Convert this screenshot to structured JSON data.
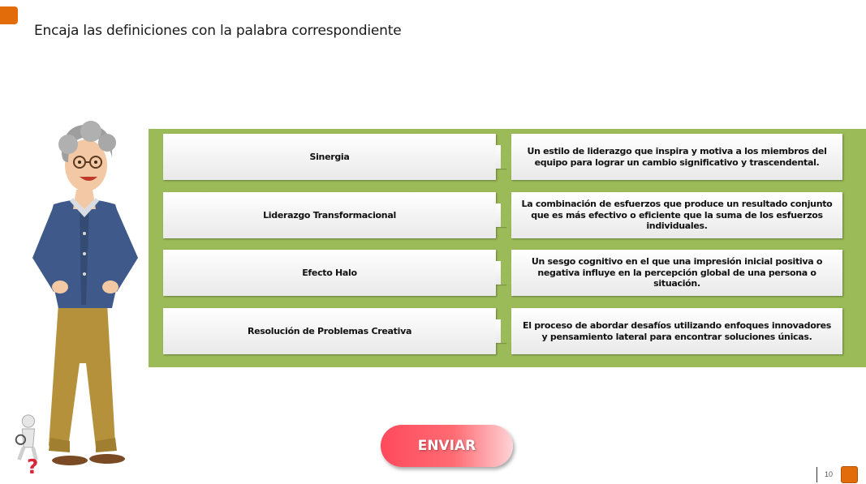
{
  "title": "Encaja las definiciones con la palabra correspondiente",
  "pairs": {
    "terms": [
      "Sinergia",
      "Liderazgo Transformacional",
      "Efecto Halo",
      "Resolución de Problemas Creativa"
    ],
    "definitions": [
      "Un estilo de liderazgo que inspira y motiva a los miembros del equipo para lograr un cambio significativo y trascendental.",
      "La combinación de esfuerzos que produce un resultado conjunto que es más efectivo o eficiente que la suma de los esfuerzos individuales.",
      "Un sesgo cognitivo en el que una impresión inicial positiva o negativa influye en la percepción global de una persona o situación.",
      "El proceso de abordar desafíos utilizando enfoques innovadores y pensamiento lateral para encontrar soluciones únicas."
    ]
  },
  "submit_label": "ENVIAR",
  "page_number": "10",
  "colors": {
    "accent": "#e36c0a",
    "board": "#9bbb59",
    "button": "#ff4a5c"
  },
  "icons": {
    "character": "teacher-character",
    "help": "question-mark-figure-icon"
  }
}
